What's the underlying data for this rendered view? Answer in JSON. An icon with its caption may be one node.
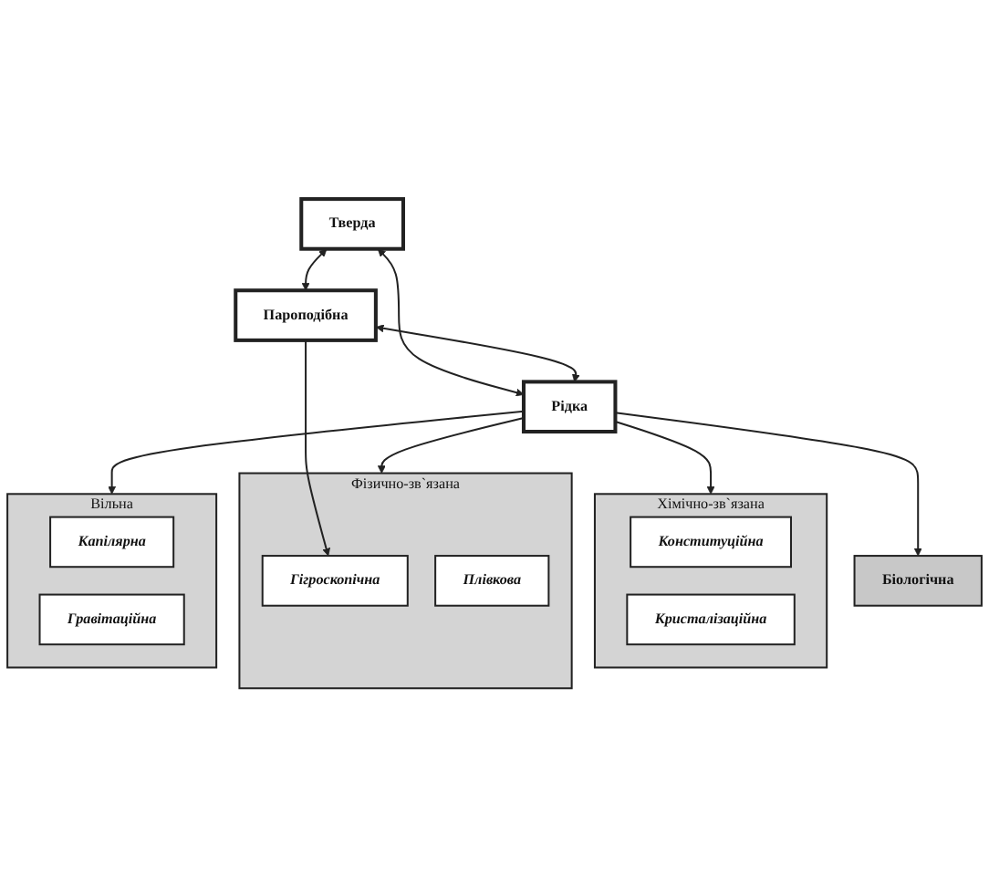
{
  "diagram": {
    "nodes": [
      {
        "text": [
          "Тверда"
        ]
      },
      {
        "text": [
          "Пароподібна"
        ]
      },
      {
        "text": [
          "Рідка"
        ]
      },
      {
        "text": [
          "Хімічно-зв`язана"
        ]
      },
      {
        "text": [
          "Конституційна"
        ],
        "in": 3
      },
      {
        "text": [
          "Кристалізаційна"
        ],
        "in": 3
      },
      {
        "text": [
          "Фізично-зв`язана"
        ]
      },
      {
        "text": [
          "Гігроскопічна"
        ],
        "in": 6
      },
      {
        "text": [
          "Плівкова"
        ],
        "in": 6
      },
      {
        "text": [
          "Вільна"
        ]
      },
      {
        "text": [
          "Капілярна"
        ],
        "in": 9
      },
      {
        "text": [
          "Гравітаційна"
        ],
        "in": 9
      },
      {
        "text": [
          "Біологічна"
        ]
      }
    ],
    "edges": [
      {
        "from": 0,
        "to": 1,
        "arrow": "both"
      },
      {
        "from": 0,
        "to": 2,
        "arrow": "both"
      },
      {
        "from": 1,
        "to": 2,
        "arrow": "both"
      },
      {
        "from": 2,
        "to": 3,
        "arrow": "to"
      },
      {
        "from": 2,
        "to": 6,
        "arrow": "to"
      },
      {
        "from": 2,
        "to": 9,
        "arrow": "to"
      },
      {
        "from": 2,
        "to": 12,
        "arrow": "to"
      },
      {
        "from": 1,
        "to": 7,
        "arrow": "to"
      }
    ]
  }
}
